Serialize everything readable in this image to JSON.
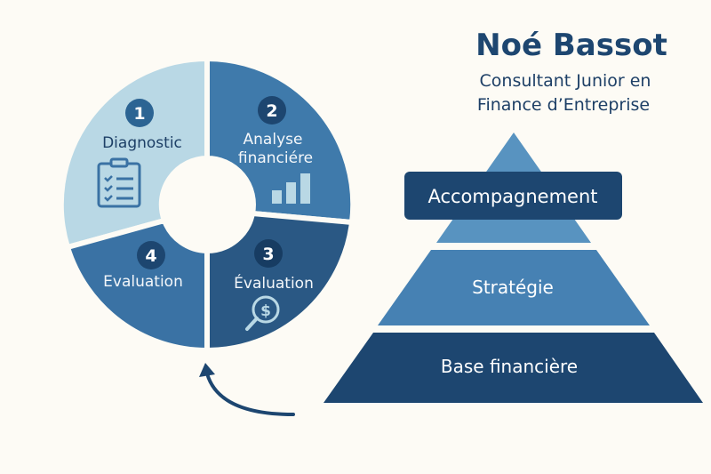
{
  "header": {
    "name": "Noé Bassot",
    "subtitle_line1": "Consultant Junior en",
    "subtitle_line2": "Finance d’Entreprise"
  },
  "cycle": {
    "steps": [
      {
        "number": "1",
        "label": "Diagnostic",
        "icon": "clipboard-checklist-icon"
      },
      {
        "number": "2",
        "label_line1": "Analyse",
        "label_line2": "financiére",
        "icon": "bar-chart-icon"
      },
      {
        "number": "3",
        "label": "Évaluation",
        "icon": "dollar-magnifier-icon"
      },
      {
        "number": "4",
        "label": "Evaluation"
      }
    ]
  },
  "pyramid": {
    "levels": [
      {
        "label": "Accompagnement"
      },
      {
        "label": "Stratégie"
      },
      {
        "label": "Base financière"
      }
    ]
  },
  "colors": {
    "background": "#fdfbf5",
    "step1": "#b9d8e5",
    "step2": "#3f7aab",
    "step3": "#2a5884",
    "step4": "#3a72a4",
    "dark": "#1d4670",
    "pyramid_top": "#5893c0",
    "pyramid_mid": "#4681b3"
  }
}
